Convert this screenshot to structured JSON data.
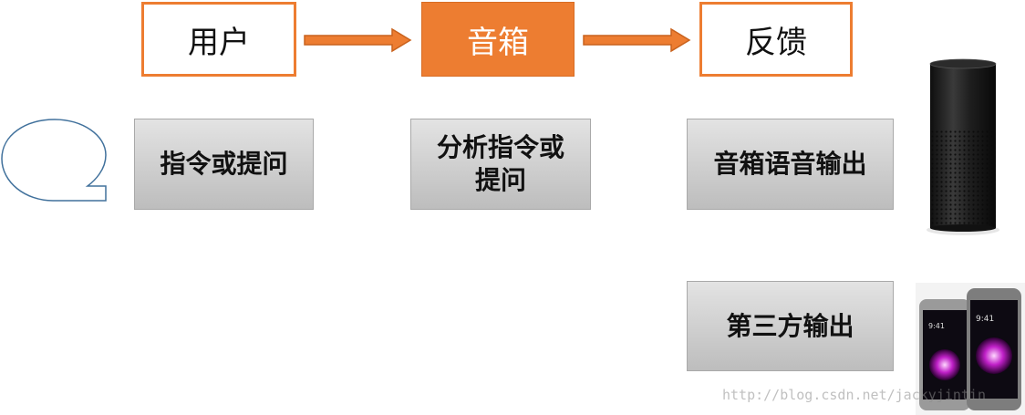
{
  "header": {
    "user": "用户",
    "speaker": "音箱",
    "feedback": "反馈"
  },
  "boxes": {
    "command": "指令或提问",
    "analyze": "分析指令或提问",
    "voice_output": "音箱语音输出",
    "third_party": "第三方输出"
  },
  "colors": {
    "accent": "#ED7D31",
    "box_gray": "#D0D0D0",
    "bubble_stroke": "#41719C"
  },
  "watermark": "http://blog.csdn.net/jackyjintin"
}
